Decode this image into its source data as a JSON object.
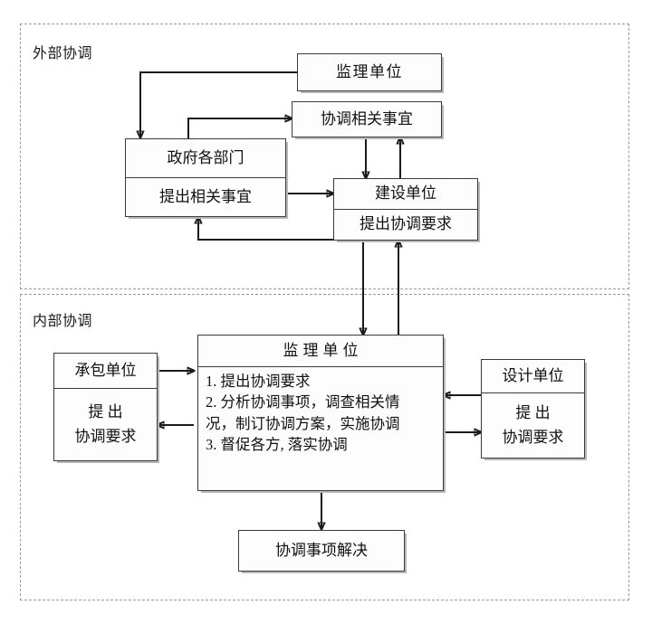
{
  "diagram": {
    "type": "flowchart",
    "sections": [
      {
        "id": "external",
        "label": "外部协调"
      },
      {
        "id": "internal",
        "label": "内部协调"
      }
    ],
    "nodes": {
      "supervision_top": {
        "title": "监理单位"
      },
      "coordination_matters": {
        "title": "协调相关事宜"
      },
      "government": {
        "title": "政府各部门",
        "sub": "提出相关事宜"
      },
      "construction_unit": {
        "title": "建设单位",
        "sub": "提出协调要求"
      },
      "contractor": {
        "title": "承包单位",
        "sub_line1": "提    出",
        "sub_line2": "协调要求"
      },
      "designer": {
        "title": "设计单位",
        "sub_line1": "提    出",
        "sub_line2": "协调要求"
      },
      "supervision_main": {
        "title": "监理单位",
        "items": [
          "1. 提出协调要求",
          "2. 分析协调事项，调查相关情",
          "况，制订协调方案，实施协调",
          "3. 督促各方, 落实协调"
        ]
      },
      "resolved": {
        "title": "协调事项解决"
      }
    },
    "colors": {
      "node_border": "#3a3a3a",
      "node_fill": "#fdfdfd",
      "frame_border": "#9a9aa2",
      "arrow": "#1b1b1b",
      "text": "#111111"
    }
  }
}
